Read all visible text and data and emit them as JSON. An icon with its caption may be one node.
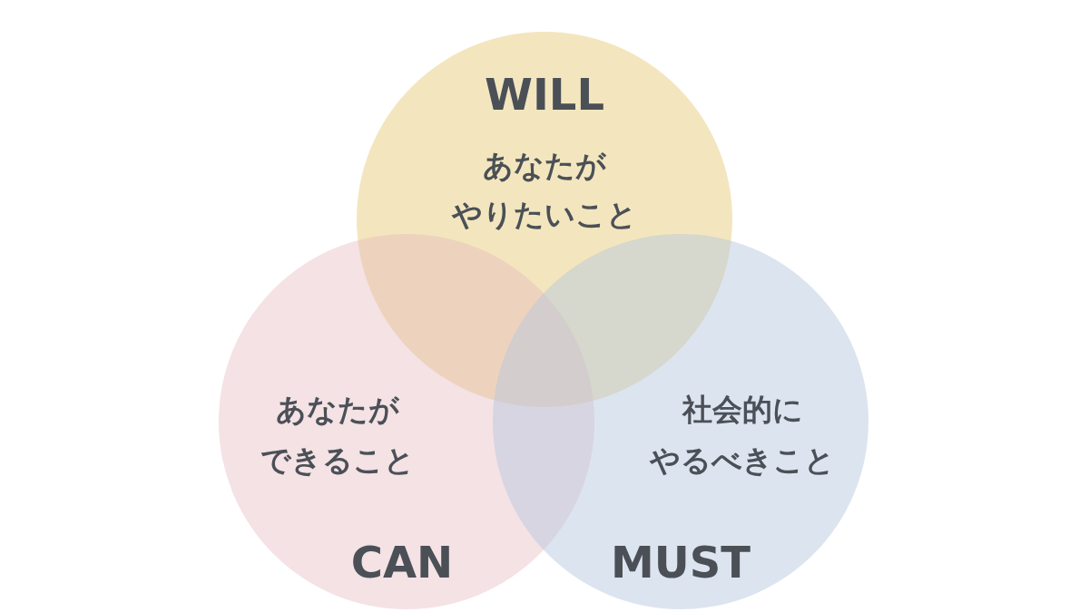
{
  "diagram": {
    "nodes": [
      {
        "text": [
          "WILL",
          "あなたが",
          "やりたいこと"
        ]
      },
      {
        "text": [
          "あなたが",
          "できること",
          "CAN"
        ]
      },
      {
        "text": [
          "社会的に",
          "やるべきこと",
          "MUST"
        ]
      }
    ]
  }
}
